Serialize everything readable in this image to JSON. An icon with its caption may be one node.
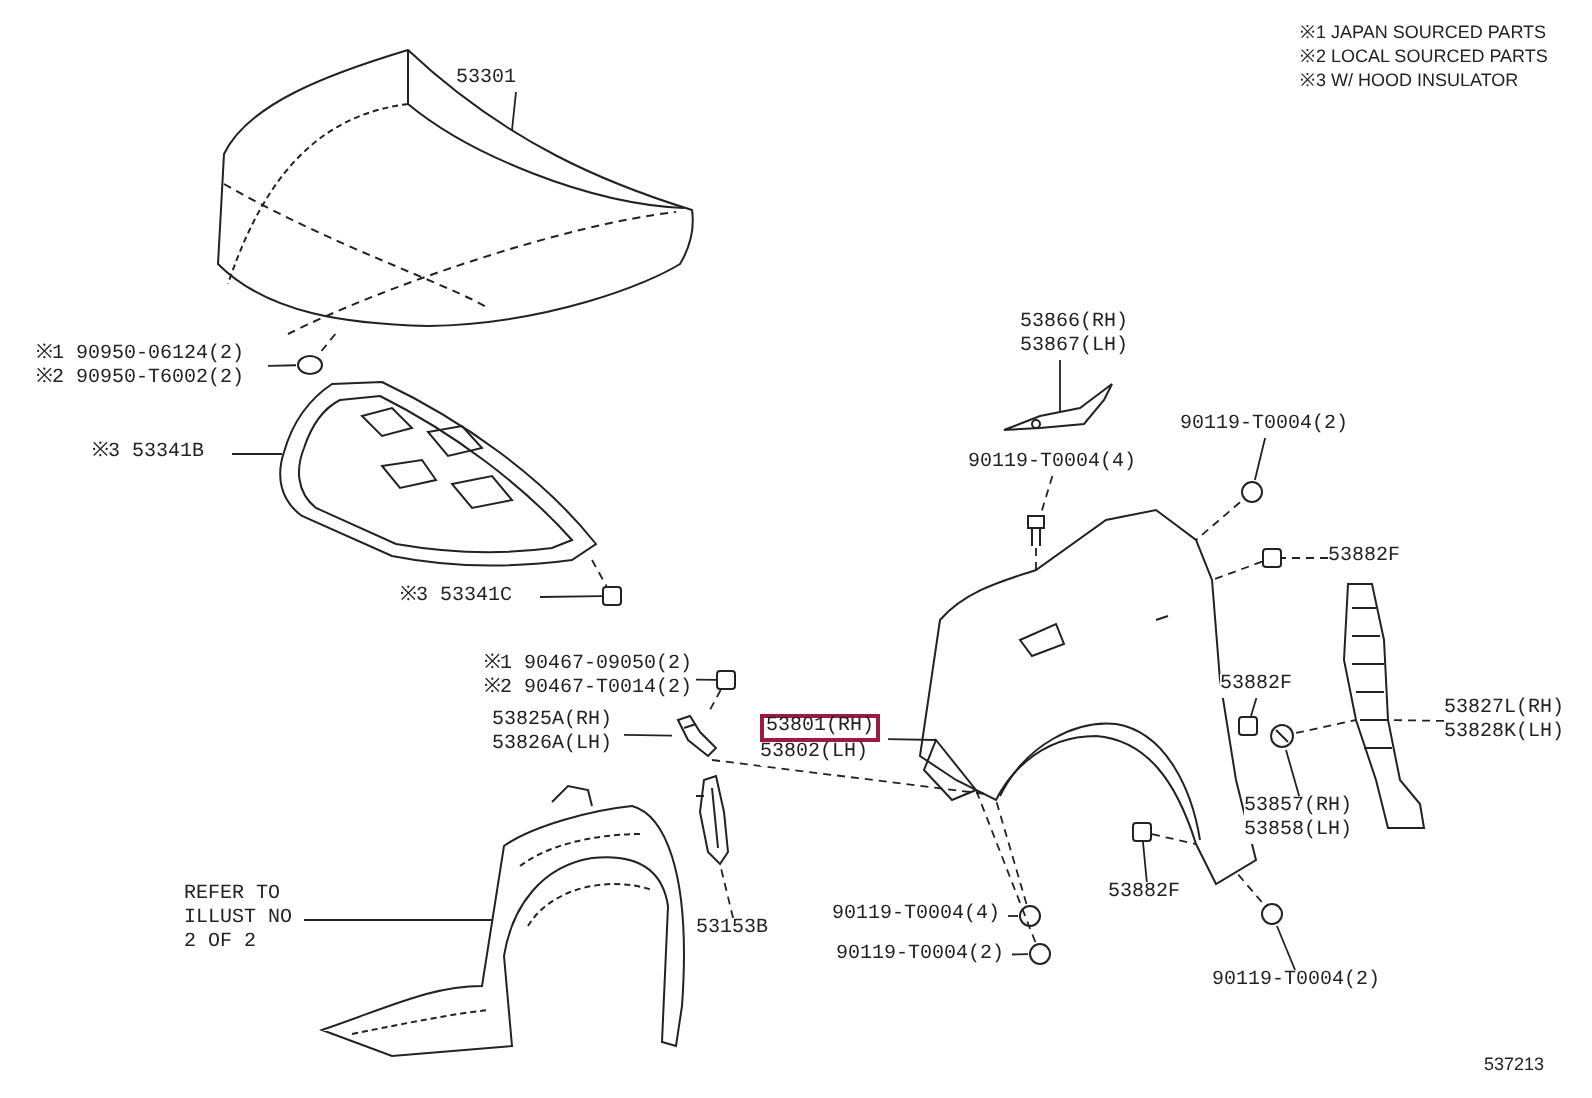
{
  "diagram": {
    "nodes": [
      {
        "text": [
          "53301"
        ]
      },
      {
        "text": [],
        "shape": "picture"
      },
      {
        "text": [
          "※1 90950-06124(2)",
          "※2 90950-T6002(2)"
        ]
      },
      {
        "text": [],
        "shape": "circle"
      },
      {
        "text": [
          "※3 53341B"
        ]
      },
      {
        "text": [],
        "shape": "picture"
      },
      {
        "text": [
          "※3 53341C"
        ]
      },
      {
        "text": [],
        "shape": "box"
      },
      {
        "text": [
          "53866(RH)",
          "53867(LH)"
        ]
      },
      {
        "text": [],
        "shape": "picture"
      },
      {
        "text": [
          "90119-T0004(4)"
        ]
      },
      {
        "text": [],
        "shape": "picture"
      },
      {
        "text": [
          "90119-T0004(2)"
        ]
      },
      {
        "text": [],
        "shape": "circle"
      },
      {
        "text": [
          "53882F"
        ]
      },
      {
        "text": [],
        "shape": "box"
      },
      {
        "text": [
          "※1 90467-09050(2)",
          "※2 90467-T0014(2)"
        ]
      },
      {
        "text": [],
        "shape": "box"
      },
      {
        "text": [
          "53825A(RH)",
          "53826A(LH)"
        ]
      },
      {
        "text": [],
        "shape": "picture"
      },
      {
        "text": [
          "53801(RH)",
          "53802(LH)"
        ]
      },
      {
        "text": [],
        "shape": "picture"
      },
      {
        "text": [
          "REFER TO ILLUST NO 2 OF 2"
        ]
      },
      {
        "text": [],
        "shape": "picture"
      },
      {
        "text": [
          "53153B"
        ]
      },
      {
        "text": [],
        "shape": "picture"
      },
      {
        "text": [
          "53882F"
        ]
      },
      {
        "text": [],
        "shape": "box"
      },
      {
        "text": [
          "53827L(RH)",
          "53828K(LH)"
        ]
      },
      {
        "text": [],
        "shape": "picture"
      },
      {
        "text": [
          "53857(RH)",
          "53858(LH)"
        ]
      },
      {
        "text": [],
        "shape": "picture"
      },
      {
        "text": [
          "53882F"
        ]
      },
      {
        "text": [],
        "shape": "box"
      },
      {
        "text": [
          "90119-T0004(4)"
        ]
      },
      {
        "text": [],
        "shape": "circle"
      },
      {
        "text": [
          "90119-T0004(2)"
        ]
      },
      {
        "text": [],
        "shape": "circle"
      },
      {
        "text": [
          "90119-T0004(2)"
        ]
      },
      {
        "text": [],
        "shape": "circle"
      }
    ],
    "edges": [
      {
        "from": 0,
        "to": 1,
        "arrow": "none"
      },
      {
        "from": 2,
        "to": 3,
        "arrow": "none"
      },
      {
        "from": 1,
        "to": 3,
        "arrow": "none",
        "style": "dashed"
      },
      {
        "from": 4,
        "to": 5,
        "arrow": "none"
      },
      {
        "from": 6,
        "to": 7,
        "arrow": "none"
      },
      {
        "from": 5,
        "to": 7,
        "arrow": "none",
        "style": "dashed"
      },
      {
        "from": 8,
        "to": 9,
        "arrow": "none"
      },
      {
        "from": 10,
        "to": 11,
        "arrow": "none",
        "style": "dashed"
      },
      {
        "from": 12,
        "to": 13,
        "arrow": "none"
      },
      {
        "from": 14,
        "to": 15,
        "arrow": "none",
        "style": "dashed"
      },
      {
        "from": 16,
        "to": 17,
        "arrow": "none"
      },
      {
        "from": 18,
        "to": 19,
        "arrow": "none"
      },
      {
        "from": 17,
        "to": 19,
        "arrow": "none",
        "style": "dashed"
      },
      {
        "from": 19,
        "to": 21,
        "arrow": "none",
        "style": "dashed"
      },
      {
        "from": 20,
        "to": 21,
        "arrow": "none"
      },
      {
        "from": 22,
        "to": 23,
        "arrow": "none"
      },
      {
        "from": 24,
        "to": 25,
        "arrow": "none",
        "style": "dashed"
      },
      {
        "from": 26,
        "to": 27,
        "arrow": "none"
      },
      {
        "from": 28,
        "to": 29,
        "arrow": "none",
        "style": "dashed"
      },
      {
        "from": 30,
        "to": 31,
        "arrow": "none"
      },
      {
        "from": 32,
        "to": 33,
        "arrow": "none"
      },
      {
        "from": 34,
        "to": 35,
        "arrow": "none"
      },
      {
        "from": 36,
        "to": 37,
        "arrow": "none"
      },
      {
        "from": 38,
        "to": 39,
        "arrow": "none"
      },
      {
        "from": 11,
        "to": 21,
        "arrow": "none",
        "style": "dashed"
      },
      {
        "from": 13,
        "to": 21,
        "arrow": "none",
        "style": "dashed"
      },
      {
        "from": 15,
        "to": 21,
        "arrow": "none",
        "style": "dashed"
      },
      {
        "from": 35,
        "to": 21,
        "arrow": "none",
        "style": "dashed"
      },
      {
        "from": 37,
        "to": 21,
        "arrow": "none",
        "style": "dashed"
      },
      {
        "from": 39,
        "to": 21,
        "arrow": "none",
        "style": "dashed"
      },
      {
        "from": 33,
        "to": 21,
        "arrow": "none",
        "style": "dashed"
      },
      {
        "from": 31,
        "to": 29,
        "arrow": "none",
        "style": "dashed"
      }
    ],
    "labels": [
      "※1 JAPAN SOURCED PARTS",
      "※2 LOCAL SOURCED PARTS",
      "※3 W/ HOOD INSULATOR",
      "537213"
    ]
  }
}
